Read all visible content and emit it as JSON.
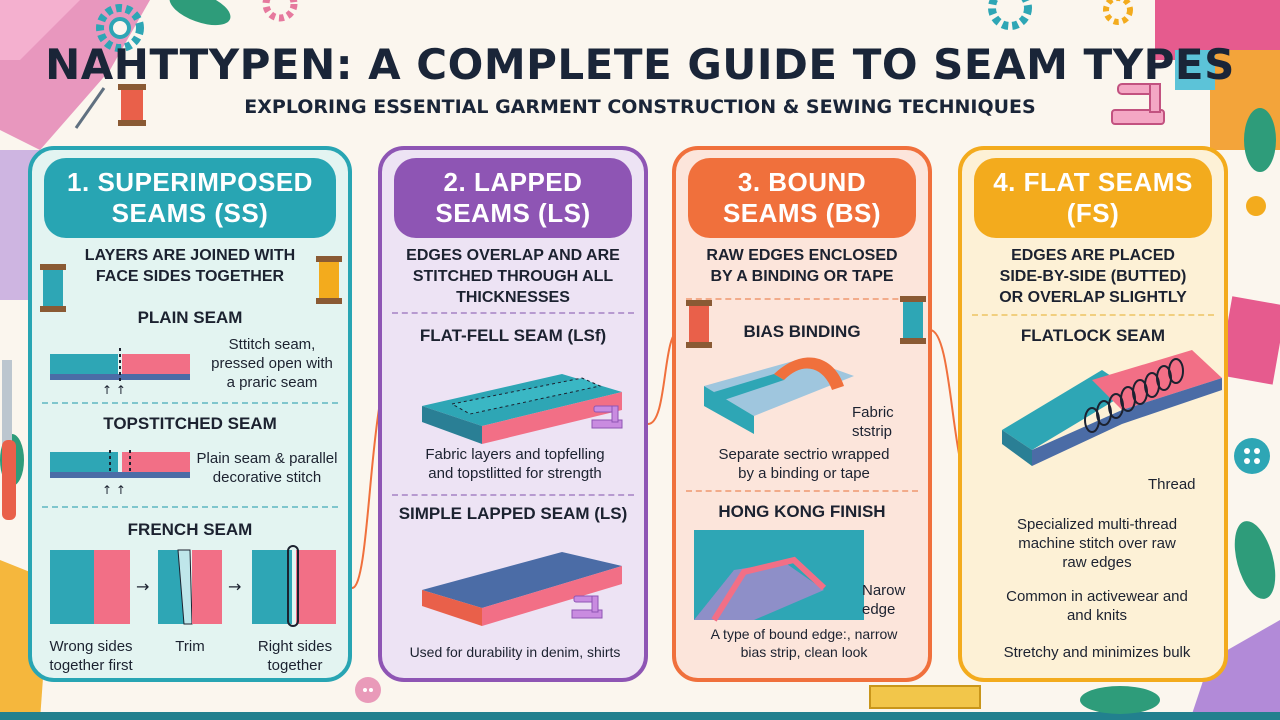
{
  "title": "NAHTTYPEN: A COMPLETE GUIDE TO SEAM TYPES",
  "subtitle": "EXPLORING ESSENTIAL GARMENT CONSTRUCTION & SEWING TECHNIQUES",
  "colors": {
    "superimposed": "#28a5b3",
    "lapped": "#8e55b4",
    "bound": "#f0703c",
    "flat": "#f3ab1d"
  },
  "columns": [
    {
      "heading_line1": "1. SUPERIMPOSED",
      "heading_line2": "SEAMS (SS)",
      "description_line1": "LAYERS ARE JOINED WITH",
      "description_line2": "FACE SIDES TOGETHER",
      "sections": [
        {
          "title": "PLAIN SEAM",
          "caption_lines": [
            "Sttitch seam,",
            "pressed open with",
            "a praric seam"
          ]
        },
        {
          "title": "TOPSTITCHED SEAM",
          "caption_lines": [
            "Plain seam & parallel",
            "decorative stitch"
          ]
        },
        {
          "title": "FRENCH SEAM",
          "steps": [
            {
              "line1": "Wrong sides",
              "line2": "together first"
            },
            {
              "line1": "Trim",
              "line2": ""
            },
            {
              "line1": "Right sides",
              "line2": "together"
            }
          ]
        }
      ]
    },
    {
      "heading_line1": "2. LAPPED",
      "heading_line2": "SEAMS (LS)",
      "description_line1": "EDGES OVERLAP AND ARE",
      "description_line2": "STITCHED THROUGH ALL",
      "description_line3": "THICKNESSES",
      "sections": [
        {
          "title": "FLAT-FELL SEAM (LSf)",
          "caption_lines": [
            "Fabric layers and topfelling",
            "and topstlitted for strength"
          ]
        },
        {
          "title": "SIMPLE LAPPED SEAM (LS)",
          "caption_lines": [
            "Used for durability in denim, shirts"
          ]
        }
      ]
    },
    {
      "heading_line1": "3. BOUND",
      "heading_line2": "SEAMS (BS)",
      "description_line1": "RAW EDGES ENCLOSED",
      "description_line2": "BY A BINDING OR TAPE",
      "sections": [
        {
          "title": "BIAS BINDING",
          "callout_lines": [
            "Fabric",
            "ststrip"
          ],
          "caption_lines": [
            "Separate sectrio wrapped",
            "by a binding or tape"
          ]
        },
        {
          "title": "HONG KONG FINISH",
          "callout_lines": [
            "Narow",
            "edge"
          ],
          "caption_lines": [
            "A type of bound edge:, narrow",
            "bias strip, clean look"
          ]
        }
      ]
    },
    {
      "heading_line1": "4. FLAT SEAMS",
      "heading_line2": "(FS)",
      "description_line1": "EDGES ARE PLACED",
      "description_line2": "SIDE-BY-SIDE (BUTTED)",
      "description_line3": "OR OVERLAP SLIGHTLY",
      "sections": [
        {
          "title": "FLATLOCK SEAM",
          "callout": "Thread",
          "notes": [
            {
              "line1": "Specialized multi-thread",
              "line2": "machine stitch over raw",
              "line3": "raw edges"
            },
            {
              "line1": "Common in activewear and",
              "line2": "and knits",
              "line3": ""
            },
            {
              "line1": "Stretchy and minimizes bulk",
              "line2": "",
              "line3": ""
            }
          ]
        }
      ]
    }
  ]
}
